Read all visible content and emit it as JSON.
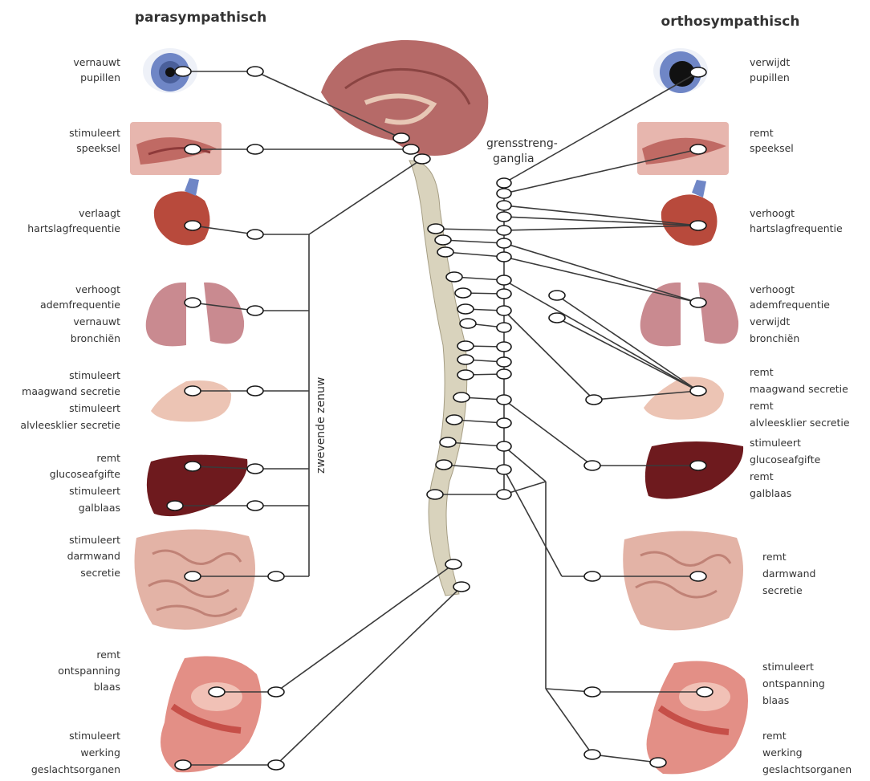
{
  "headers": {
    "left": "parasympathisch",
    "right": "orthosympathisch"
  },
  "nerve_label": "zwevende zenuw",
  "ganglia_label": [
    "grensstreng-",
    "ganglia"
  ],
  "parasympathetic_labels": {
    "eye": [
      "vernauwt",
      "pupillen"
    ],
    "saliva": [
      "stimuleert",
      "speeksel"
    ],
    "heart": [
      "verlaagt",
      "hartslagfrequentie"
    ],
    "lungs": [
      "verhoogt",
      "ademfrequentie",
      "vernauwt",
      "bronchiën"
    ],
    "stomach": [
      "stimuleert",
      "maagwand secretie",
      "stimuleert",
      "alvleesklier secretie"
    ],
    "liver": [
      "remt",
      "glucoseafgifte",
      "stimuleert",
      "galblaas"
    ],
    "intestine": [
      "stimuleert",
      "darmwand",
      "secretie"
    ],
    "bladder": [
      "remt",
      "ontspanning",
      "blaas"
    ],
    "genitals": [
      "stimuleert",
      "werking",
      "geslachtsorganen"
    ]
  },
  "sympathetic_labels": {
    "eye": [
      "verwijdt",
      "pupillen"
    ],
    "saliva": [
      "remt",
      "speeksel"
    ],
    "heart": [
      "verhoogt",
      "hartslagfrequentie"
    ],
    "lungs": [
      "verhoogt",
      "ademfrequentie",
      "verwijdt",
      "bronchiën"
    ],
    "stomach": [
      "remt",
      "maagwand secretie",
      "remt",
      "alvleesklier secretie"
    ],
    "liver": [
      "stimuleert",
      "glucoseafgifte",
      "remt",
      "galblaas"
    ],
    "intestine": [
      "remt",
      "darmwand",
      "secretie"
    ],
    "bladder": [
      "stimuleert",
      "ontspanning",
      "blaas"
    ],
    "genitals": [
      "remt",
      "werking",
      "geslachtsorganen"
    ]
  },
  "colors": {
    "eye_iris": "#6f86c6",
    "heart": "#b84a3c",
    "lung": "#c98a90",
    "stomach": "#ecc4b4",
    "liver": "#6e1a1e",
    "intestine": "#e3b3a6",
    "brain": "#b66a68",
    "spine": "#d9d3bd",
    "pelvis": "#e38f86",
    "wire": "#3a3a3a"
  }
}
